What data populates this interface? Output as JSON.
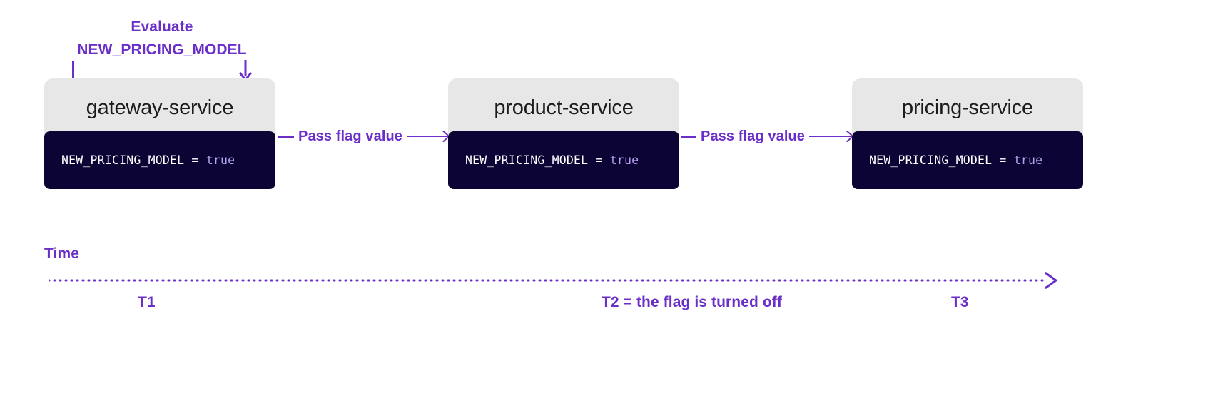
{
  "annotation": {
    "line1": "Evaluate",
    "line2": "NEW_PRICING_MODEL"
  },
  "services": [
    {
      "name": "gateway-service",
      "code_key": "NEW_PRICING_MODEL = ",
      "code_value": "true"
    },
    {
      "name": "product-service",
      "code_key": "NEW_PRICING_MODEL = ",
      "code_value": "true"
    },
    {
      "name": "pricing-service",
      "code_key": "NEW_PRICING_MODEL = ",
      "code_value": "true"
    }
  ],
  "connectors": [
    {
      "label": "Pass flag value"
    },
    {
      "label": "Pass flag value"
    }
  ],
  "timeline": {
    "label": "Time",
    "marks": [
      {
        "label": "T1"
      },
      {
        "label": "T2 = the flag is turned off"
      },
      {
        "label": "T3"
      }
    ]
  },
  "colors": {
    "accent": "#6B2FC9",
    "card_header_bg": "#e7e7e7",
    "code_bg": "#0d0436",
    "code_text": "#ffffff",
    "code_value": "#b6a2f0",
    "title_text": "#1c1c1c",
    "page_bg": "#ffffff"
  }
}
